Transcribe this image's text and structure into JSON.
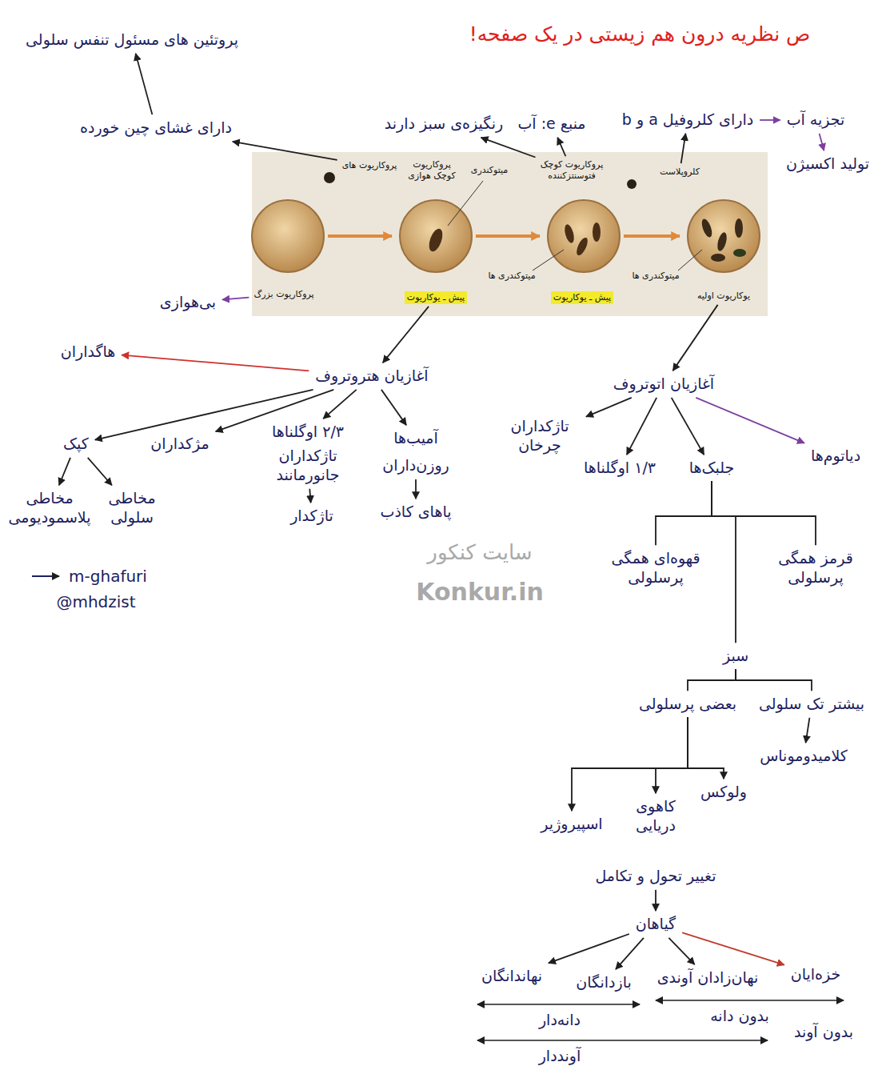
{
  "diagram": {
    "title": "ص نظریه درون هم زیستی در یک صفحه!",
    "nodes": [
      {
        "text": [
          "پروتئین های مسئول تنفس سلولی"
        ]
      },
      {
        "text": [
          "دارای غشای چین خورده"
        ]
      },
      {
        "text": [
          "پروکاریوت های"
        ]
      },
      {
        "text": [
          "منبع e: آب"
        ]
      },
      {
        "text": [
          "رنگیزه‌ی سبز دارند"
        ]
      },
      {
        "text": [
          "پروکاریوت کوچک فتوسنتزکننده"
        ]
      },
      {
        "text": [
          "کلروپلاست"
        ]
      },
      {
        "text": [
          "دارای کلروفیل a و b"
        ]
      },
      {
        "text": [
          "تجزیه آب"
        ]
      },
      {
        "text": [
          "تولید اکسیژن"
        ]
      },
      {
        "text": [
          "پروکاریوت بزرگ"
        ]
      },
      {
        "text": [
          "بی‌هوازی"
        ]
      },
      {
        "text": [
          "پیش ـ یوکاریوت"
        ]
      },
      {
        "text": [
          "پیش ـ یوکاریوت"
        ]
      },
      {
        "text": [
          "یوکاریوت اولیه"
        ]
      },
      {
        "text": [
          "آغازیان هتروتروف"
        ]
      },
      {
        "text": [
          "هاگداران"
        ]
      },
      {
        "text": [
          "آغازیان اتوتروف"
        ]
      },
      {
        "text": [
          "کپک"
        ]
      },
      {
        "text": [
          "مخاطی سلولی"
        ]
      },
      {
        "text": [
          "مخاطی پلاسمودیومی"
        ]
      },
      {
        "text": [
          "مژکداران"
        ]
      },
      {
        "text": [
          "۲/۳ اوگلناها"
        ]
      },
      {
        "text": [
          "تاژکداران جانورمانند"
        ]
      },
      {
        "text": [
          "تاژکدار"
        ]
      },
      {
        "text": [
          "آمیب‌ها"
        ]
      },
      {
        "text": [
          "روزن‌داران"
        ]
      },
      {
        "text": [
          "پاهای کاذب"
        ]
      },
      {
        "text": [
          "تاژکداران چرخان"
        ]
      },
      {
        "text": [
          "۱/۳ اوگلناها"
        ]
      },
      {
        "text": [
          "جلبک‌ها"
        ]
      },
      {
        "text": [
          "دیاتوم‌ها"
        ]
      },
      {
        "text": [
          "قهوه‌ای همگی پرسلولی"
        ]
      },
      {
        "text": [
          "قرمز همگی پرسلولی"
        ]
      },
      {
        "text": [
          "سبز"
        ]
      },
      {
        "text": [
          "بیشتر تک سلولی"
        ]
      },
      {
        "text": [
          "بعضی پرسلولی"
        ]
      },
      {
        "text": [
          "کلامیدوموناس"
        ]
      },
      {
        "text": [
          "اسپیروژیر"
        ]
      },
      {
        "text": [
          "کاهوی دریایی"
        ]
      },
      {
        "text": [
          "ولوکس"
        ]
      },
      {
        "text": [
          "تغییر تحول و تکامل"
        ]
      },
      {
        "text": [
          "گیاهان"
        ]
      },
      {
        "text": [
          "نهاندانگان"
        ]
      },
      {
        "text": [
          "بازدانگان"
        ]
      },
      {
        "text": [
          "نهان‌زادان آوندی"
        ]
      },
      {
        "text": [
          "خزه‌ایان"
        ]
      }
    ],
    "edges": [
      {
        "from": 1,
        "to": 0,
        "arrow": "to"
      },
      {
        "from": 2,
        "to": 1,
        "arrow": "to"
      },
      {
        "from": 5,
        "to": 4,
        "arrow": "to"
      },
      {
        "from": 5,
        "to": 3,
        "arrow": "to"
      },
      {
        "from": 6,
        "to": 7,
        "arrow": "to"
      },
      {
        "from": 7,
        "to": 8,
        "arrow": "to"
      },
      {
        "from": 8,
        "to": 9,
        "arrow": "to"
      },
      {
        "from": 10,
        "to": 11,
        "arrow": "to"
      },
      {
        "from": 12,
        "to": 15,
        "arrow": "to"
      },
      {
        "from": 15,
        "to": 16,
        "arrow": "to"
      },
      {
        "from": 14,
        "to": 17,
        "arrow": "to"
      },
      {
        "from": 15,
        "to": 18,
        "arrow": "to"
      },
      {
        "from": 18,
        "to": 19,
        "arrow": "to"
      },
      {
        "from": 18,
        "to": 20,
        "arrow": "to"
      },
      {
        "from": 15,
        "to": 21,
        "arrow": "to"
      },
      {
        "from": 15,
        "to": 22,
        "arrow": "to"
      },
      {
        "from": 23,
        "to": 24,
        "arrow": "to"
      },
      {
        "from": 15,
        "to": 25,
        "arrow": "to"
      },
      {
        "from": 26,
        "to": 27,
        "arrow": "to"
      },
      {
        "from": 17,
        "to": 28,
        "arrow": "to"
      },
      {
        "from": 17,
        "to": 29,
        "arrow": "to"
      },
      {
        "from": 17,
        "to": 30,
        "arrow": "to"
      },
      {
        "from": 17,
        "to": 31,
        "arrow": "to"
      },
      {
        "from": 30,
        "to": 32,
        "arrow": "none"
      },
      {
        "from": 30,
        "to": 33,
        "arrow": "none"
      },
      {
        "from": 30,
        "to": 34,
        "arrow": "none"
      },
      {
        "from": 34,
        "to": 35,
        "arrow": "none"
      },
      {
        "from": 34,
        "to": 36,
        "arrow": "none"
      },
      {
        "from": 35,
        "to": 37,
        "arrow": "to"
      },
      {
        "from": 36,
        "to": 38,
        "arrow": "to"
      },
      {
        "from": 36,
        "to": 39,
        "arrow": "to"
      },
      {
        "from": 36,
        "to": 40,
        "arrow": "to"
      },
      {
        "from": 41,
        "to": 42,
        "arrow": "to"
      },
      {
        "from": 42,
        "to": 43,
        "arrow": "to"
      },
      {
        "from": 42,
        "to": 44,
        "arrow": "to"
      },
      {
        "from": 42,
        "to": 45,
        "arrow": "to"
      },
      {
        "from": 42,
        "to": 46,
        "arrow": "to"
      }
    ],
    "labels": [
      "پروکاریوت کوچک هوازی",
      "میتوکندری",
      "میتوکندری ها",
      "میتوکندری ها",
      "دانه‌دار",
      "بدون دانه",
      "بدون آوند",
      "آونددار",
      "m-ghafuri",
      "@mhdzist",
      "سایت کنکور",
      "Konkur.in"
    ]
  }
}
